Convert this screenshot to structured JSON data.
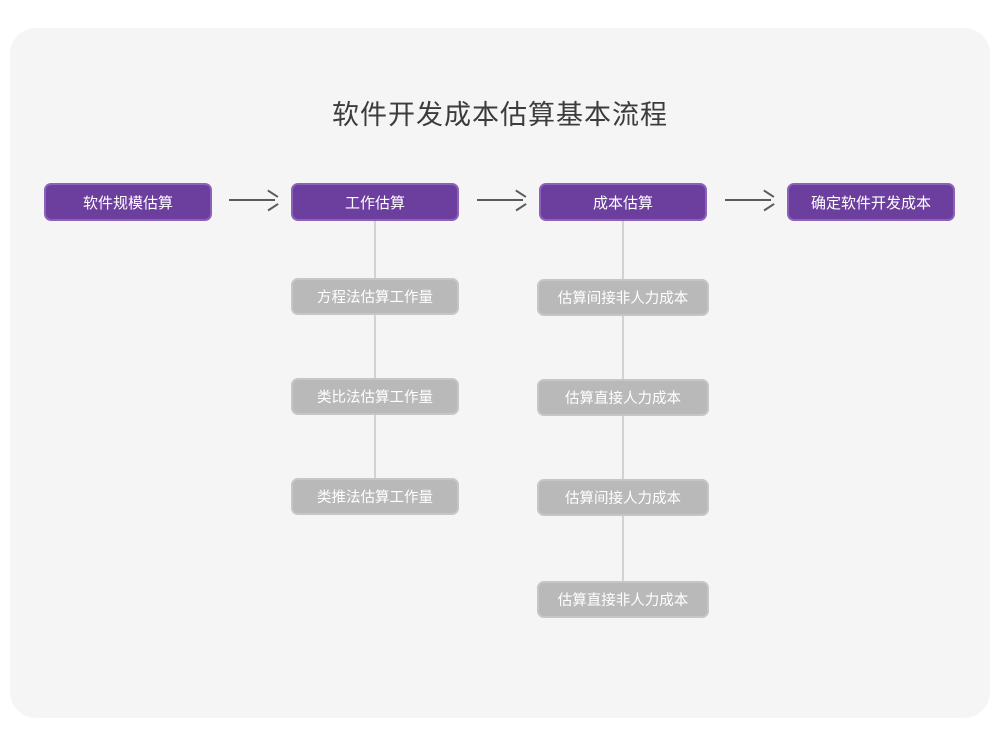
{
  "diagram": {
    "title": "软件开发成本估算基本流程",
    "colors": {
      "page_background": "#ffffff",
      "card_background": "#f5f5f6",
      "primary_node_fill": "#6c3f9e",
      "primary_node_border": "#8c62b8",
      "primary_node_text": "#ffffff",
      "sub_node_fill": "#b9b9b9",
      "sub_node_border": "#c6c6c6",
      "sub_node_text": "#ffffff",
      "arrow": "#5a5a5a",
      "connector_line": "#d2d2d2",
      "title_text": "#3c3c3c"
    },
    "main_flow": [
      {
        "label": "软件规模估算"
      },
      {
        "label": "工作估算"
      },
      {
        "label": "成本估算"
      },
      {
        "label": "确定软件开发成本"
      }
    ],
    "arrows": [
      {
        "name": "arrow-1",
        "glyph": "→"
      },
      {
        "name": "arrow-2",
        "glyph": "→"
      },
      {
        "name": "arrow-3",
        "glyph": "→"
      }
    ],
    "branches": [
      {
        "parent": "工作估算",
        "items": [
          {
            "label": "方程法估算工作量"
          },
          {
            "label": "类比法估算工作量"
          },
          {
            "label": "类推法估算工作量"
          }
        ]
      },
      {
        "parent": "成本估算",
        "items": [
          {
            "label": "估算间接非人力成本"
          },
          {
            "label": "估算直接人力成本"
          },
          {
            "label": "估算间接人力成本"
          },
          {
            "label": "估算直接非人力成本"
          }
        ]
      }
    ]
  }
}
